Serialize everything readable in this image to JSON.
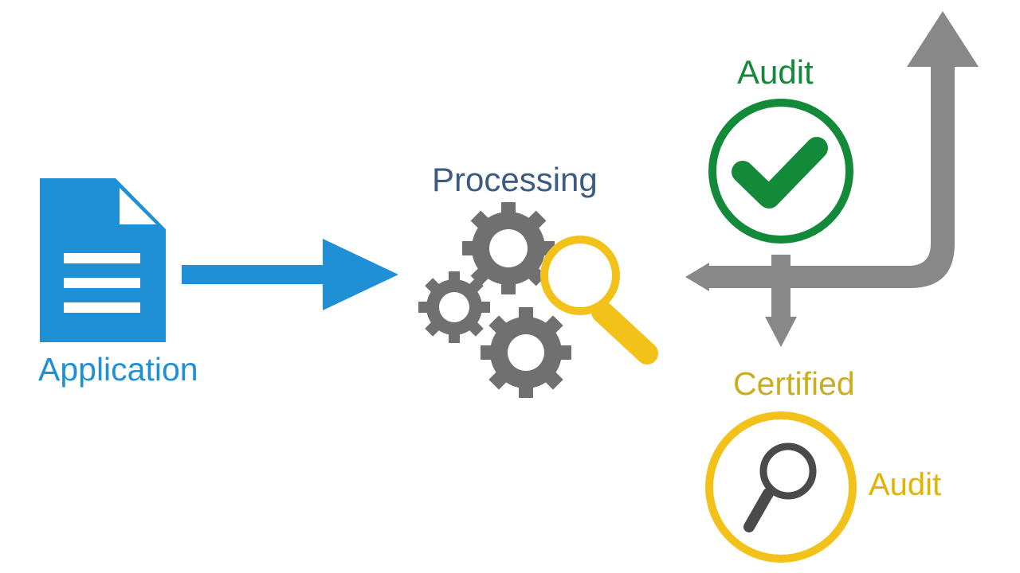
{
  "labels": {
    "application": "Application",
    "processing": "Processing",
    "audit_top": "Audit",
    "certified": "Certified",
    "audit_bottom": "Audit"
  },
  "colors": {
    "blue": "#1f8fd6",
    "processing_text": "#3d5a80",
    "gear_gray": "#707070",
    "arrow_gray": "#888888",
    "gold": "#f2c21b",
    "green": "#138a3a",
    "certified_text": "#c9ae1e",
    "audit_bottom_text": "#e0b400",
    "dark_gray": "#4a4a4a"
  },
  "icons": {
    "application": "document-icon",
    "processing": "gears-icon",
    "magnifier_processing": "magnifier-icon",
    "audit_check": "check-circle-icon",
    "audit_search": "magnifier-circle-icon"
  }
}
